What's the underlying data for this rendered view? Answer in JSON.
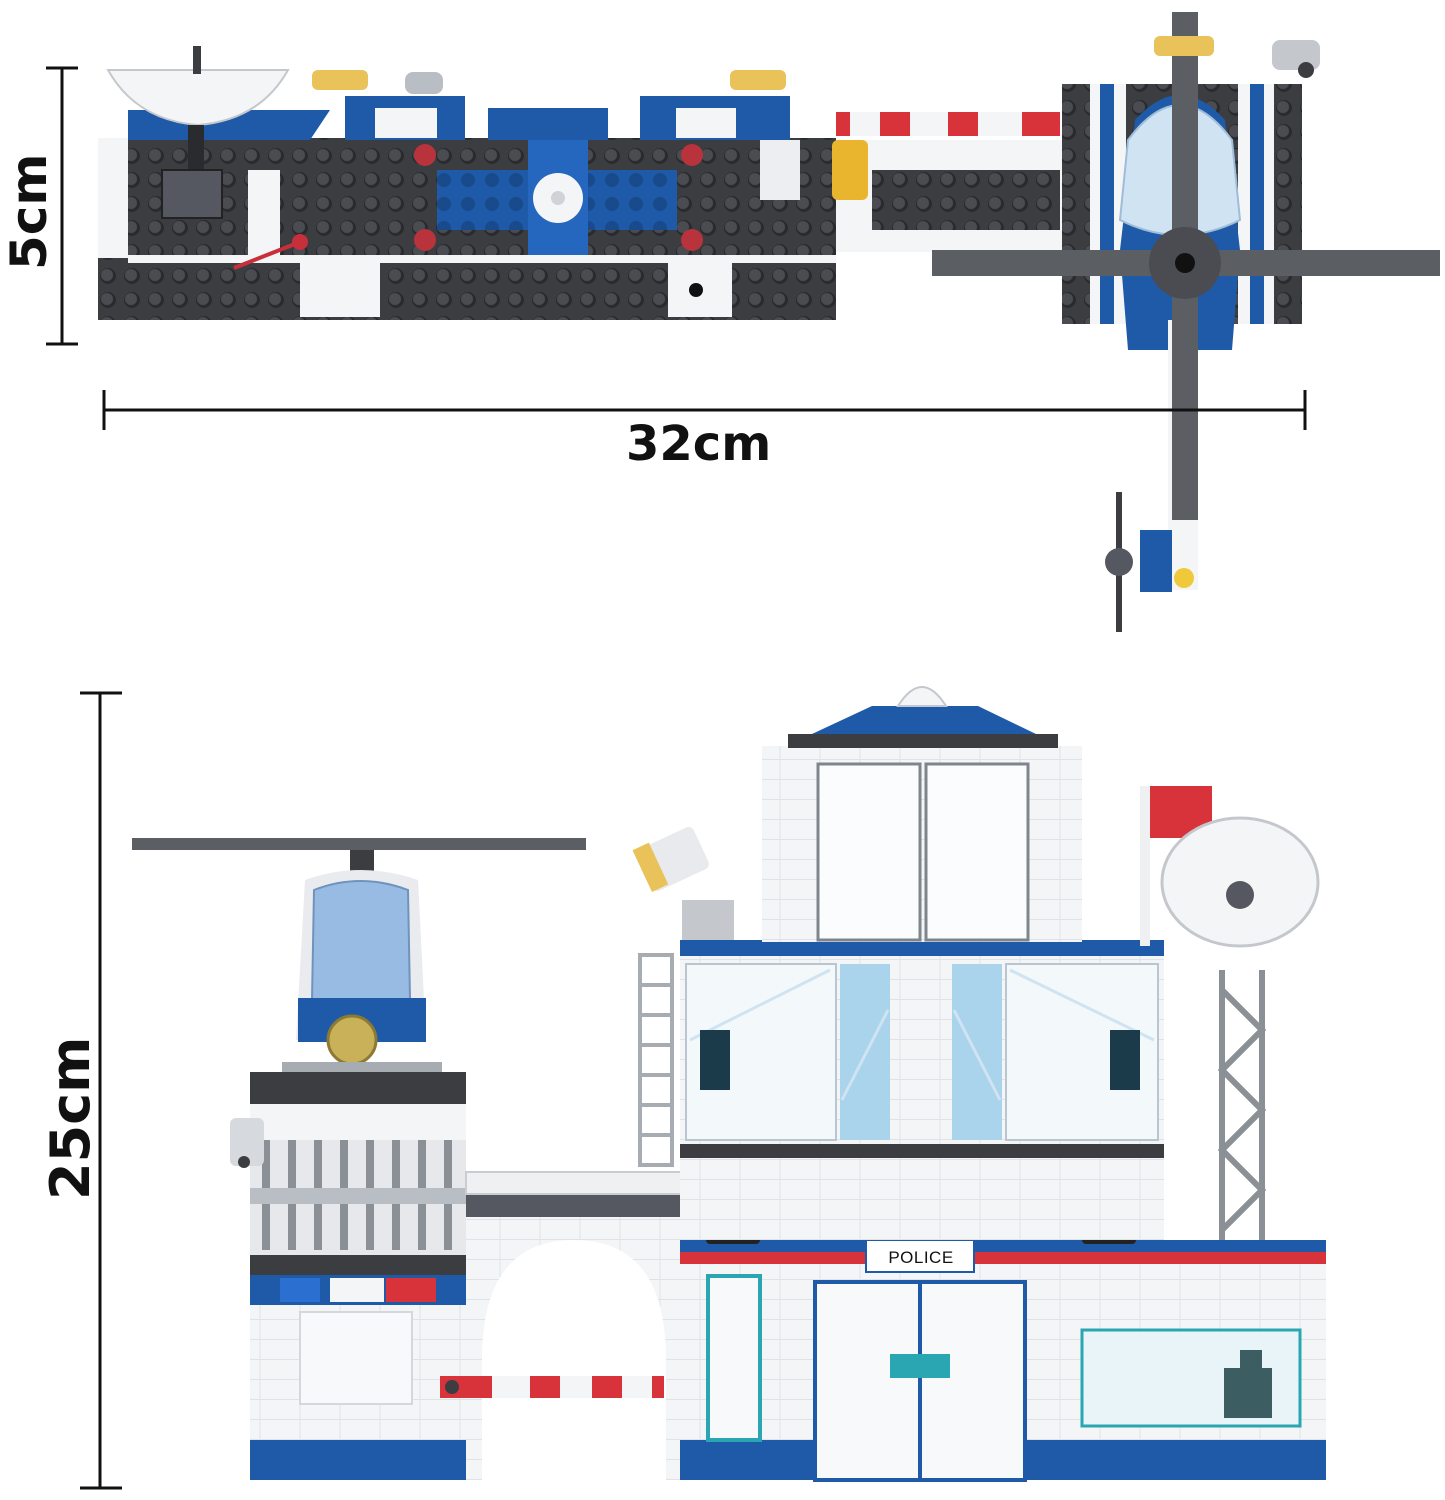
{
  "dimensions": {
    "top_view_height": "5cm",
    "top_view_width": "32cm",
    "front_view_height": "25cm"
  },
  "sign": {
    "text": "POLICE"
  },
  "colors": {
    "brick_blue": "#1f5aa8",
    "brick_dark": "#3b3d41",
    "brick_white": "#f4f5f7",
    "brick_red": "#d8323a",
    "window_glass": "#a9d4ec",
    "brick_yellow": "#e9b52e",
    "dimension_line": "#111111"
  }
}
